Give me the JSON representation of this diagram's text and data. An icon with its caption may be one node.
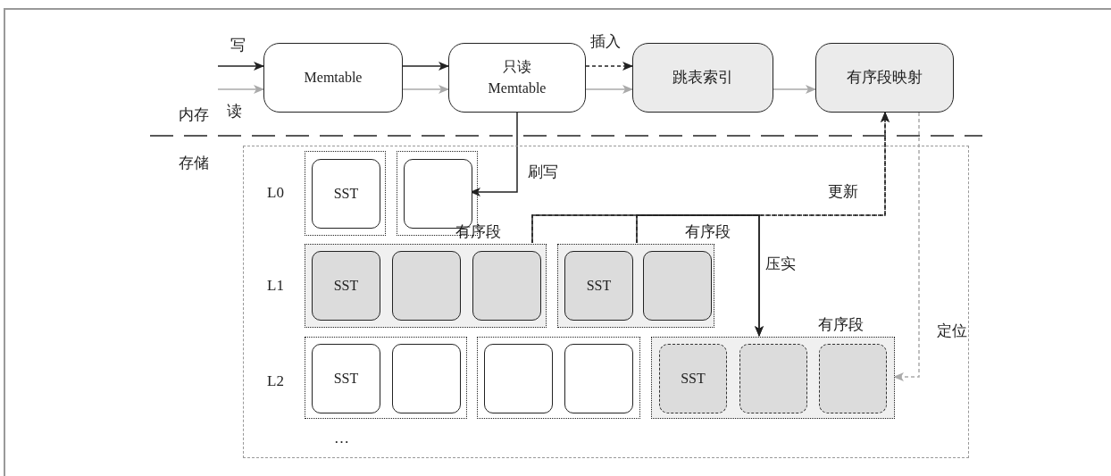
{
  "diagram": {
    "nodes": [
      {
        "text": [
          "Memtable"
        ]
      },
      {
        "text": [
          "只读 Memtable"
        ]
      },
      {
        "text": [
          "跳表索引"
        ]
      },
      {
        "text": [
          "有序段映射"
        ]
      },
      {
        "text": [],
        "shape": "box"
      },
      {
        "text": [],
        "shape": "box",
        "in": 4
      },
      {
        "text": [
          "SST"
        ],
        "in": 5
      },
      {
        "text": [],
        "shape": "box",
        "in": 4
      },
      {
        "text": [],
        "shape": "box",
        "in": 7
      },
      {
        "text": [
          "有序段"
        ],
        "in": 4
      },
      {
        "text": [
          "SST"
        ],
        "in": 9
      },
      {
        "text": [],
        "shape": "box",
        "in": 9
      },
      {
        "text": [],
        "shape": "box",
        "in": 9
      },
      {
        "text": [
          "有序段"
        ],
        "in": 4
      },
      {
        "text": [
          "SST"
        ],
        "in": 13
      },
      {
        "text": [],
        "shape": "box",
        "in": 13
      },
      {
        "text": [],
        "shape": "box",
        "in": 4
      },
      {
        "text": [
          "SST"
        ],
        "in": 16
      },
      {
        "text": [],
        "shape": "box",
        "in": 16
      },
      {
        "text": [],
        "shape": "box",
        "in": 4
      },
      {
        "text": [],
        "shape": "box",
        "in": 19
      },
      {
        "text": [],
        "shape": "box",
        "in": 19
      },
      {
        "text": [
          "有序段"
        ],
        "in": 4
      },
      {
        "text": [
          "SST"
        ],
        "in": 22
      },
      {
        "text": [],
        "shape": "box",
        "in": 22
      },
      {
        "text": [],
        "shape": "box",
        "in": 22
      }
    ],
    "edges": [
      {
        "from": null,
        "to": 0,
        "arrow": "to",
        "label": "写"
      },
      {
        "from": null,
        "to": 0,
        "arrow": "to",
        "label": "读",
        "color": "#aaaaaa"
      },
      {
        "from": 0,
        "to": 1,
        "arrow": "to"
      },
      {
        "from": 0,
        "to": 1,
        "arrow": "to",
        "color": "#aaaaaa"
      },
      {
        "from": 1,
        "to": 2,
        "arrow": "to",
        "label": "插入",
        "style": "dashed"
      },
      {
        "from": 1,
        "to": 2,
        "arrow": "to",
        "color": "#aaaaaa"
      },
      {
        "from": 2,
        "to": 3,
        "arrow": "to",
        "color": "#aaaaaa"
      },
      {
        "from": 1,
        "to": 8,
        "arrow": "to",
        "label": "刷写"
      },
      {
        "from": 9,
        "to": 22,
        "arrow": "to",
        "label": "压实"
      },
      {
        "from": 13,
        "to": 22,
        "arrow": "to"
      },
      {
        "from": 9,
        "to": 3,
        "arrow": "to",
        "label": "更新",
        "style": "dashed"
      },
      {
        "from": 13,
        "to": 3,
        "arrow": "to",
        "style": "dashed"
      },
      {
        "from": 3,
        "to": 22,
        "arrow": "to",
        "label": "定位",
        "style": "dashed",
        "color": "#aaaaaa"
      }
    ],
    "labels": [
      "内存",
      "存储",
      "L0",
      "L1",
      "L2",
      "…"
    ]
  }
}
